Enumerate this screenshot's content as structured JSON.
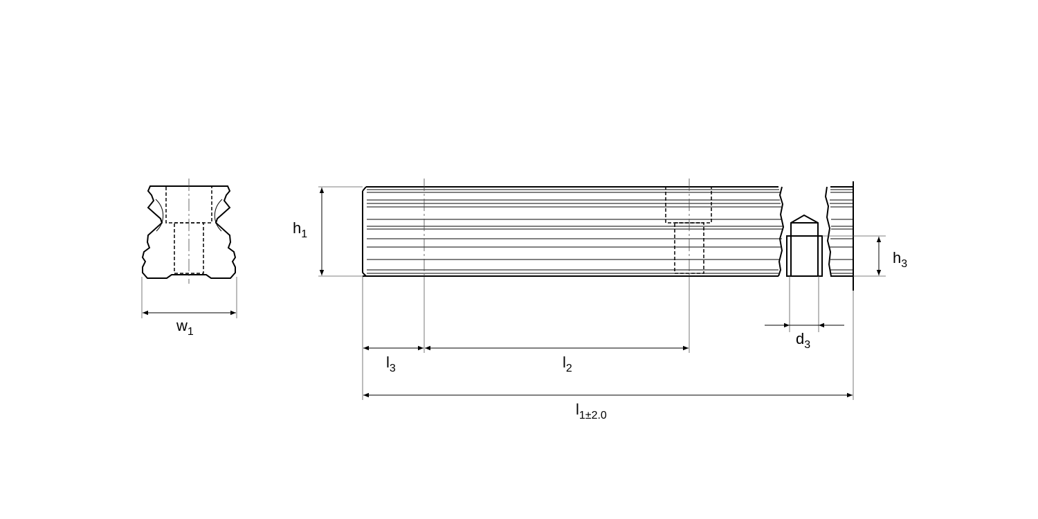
{
  "labels": {
    "w1": {
      "main": "w",
      "sub": "1"
    },
    "h1": {
      "main": "h",
      "sub": "1"
    },
    "h3": {
      "main": "h",
      "sub": "3"
    },
    "d3": {
      "main": "d",
      "sub": "3"
    },
    "l3": {
      "main": "l",
      "sub": "3"
    },
    "l2": {
      "main": "l",
      "sub": "2"
    },
    "l1": {
      "main": "l",
      "sub": "1",
      "tolerance": "±2.0"
    }
  }
}
